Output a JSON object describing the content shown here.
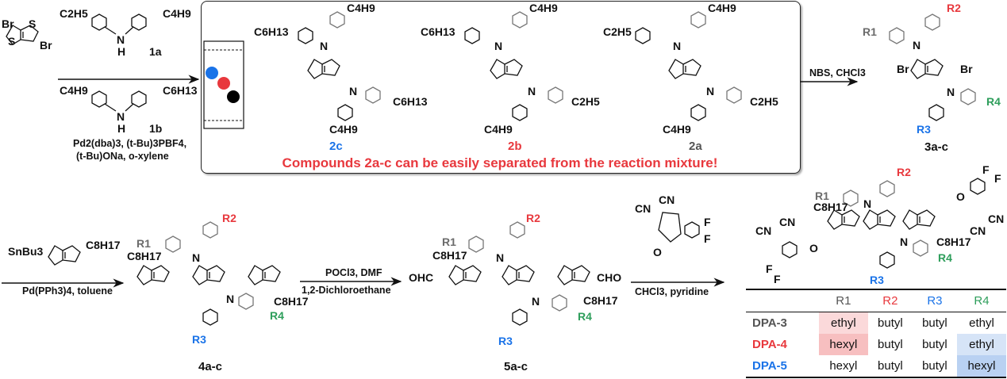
{
  "colors": {
    "r1": "#6b6b6b",
    "r2": "#e8383d",
    "r3": "#1a73e8",
    "r4": "#2e9e5b",
    "red": "#e8383d",
    "blue": "#1a73e8",
    "gray": "#555555",
    "pink_light": "#fbd9da",
    "pink_dark": "#f7bfc0",
    "blue_light": "#d6e4f7",
    "blue_dark": "#b9d1f2"
  },
  "step1": {
    "reactant_substituents": [
      "Br",
      "Br"
    ],
    "amine_1a": {
      "left": "C2H5",
      "right": "C4H9",
      "nh": "N",
      "h": "H",
      "label": "1a"
    },
    "amine_1b": {
      "left": "C4H9",
      "right": "C6H13",
      "nh": "N",
      "h": "H",
      "label": "1b"
    },
    "conditions": [
      "Pd2(dba)3, (t-Bu)3PBF4,",
      "(t-Bu)ONa, o-xylene"
    ]
  },
  "box": {
    "tlc_spots": [
      "blue",
      "red",
      "black"
    ],
    "compounds": [
      {
        "label": "2c",
        "left": "C6H13",
        "top": "C4H9",
        "bottom": "C4H9",
        "right": "C6H13"
      },
      {
        "label": "2b",
        "left": "C6H13",
        "top": "C4H9",
        "bottom": "C4H9",
        "right": "C2H5"
      },
      {
        "label": "2a",
        "left": "C2H5",
        "top": "C4H9",
        "bottom": "C4H9",
        "right": "C2H5"
      }
    ],
    "note": "Compounds 2a-c can be easily separated from the reaction mixture!"
  },
  "step2": {
    "conditions": "NBS, CHCl3",
    "product": "3a-c",
    "subs": {
      "r1": "R1",
      "r2": "R2",
      "r3": "R3",
      "r4": "R4",
      "br": "Br"
    }
  },
  "step3": {
    "reagent_sub1": "SnBu3",
    "reagent_sub2": "C8H17",
    "conditions": "Pd(PPh3)4, toluene",
    "product": "4a-c"
  },
  "step4": {
    "conditions_top": "POCl3, DMF",
    "conditions_bottom": "1,2-Dichloroethane",
    "product": "5a-c",
    "cho_left": "OHC",
    "cho_right": "CHO"
  },
  "step5": {
    "reagent_cn1": "CN",
    "reagent_cn2": "CN",
    "reagent_f1": "F",
    "reagent_f2": "F",
    "reagent_o": "O",
    "conditions": "CHCl3, pyridine"
  },
  "common": {
    "alkyl": "C8H17",
    "s": "S",
    "n": "N"
  },
  "table": {
    "headers": [
      "",
      "R1",
      "R2",
      "R3",
      "R4"
    ],
    "rows": [
      {
        "name": "DPA-3",
        "cells": [
          "ethyl",
          "butyl",
          "butyl",
          "ethyl"
        ]
      },
      {
        "name": "DPA-4",
        "cells": [
          "hexyl",
          "butyl",
          "butyl",
          "ethyl"
        ]
      },
      {
        "name": "DPA-5",
        "cells": [
          "hexyl",
          "butyl",
          "butyl",
          "hexyl"
        ]
      }
    ]
  }
}
